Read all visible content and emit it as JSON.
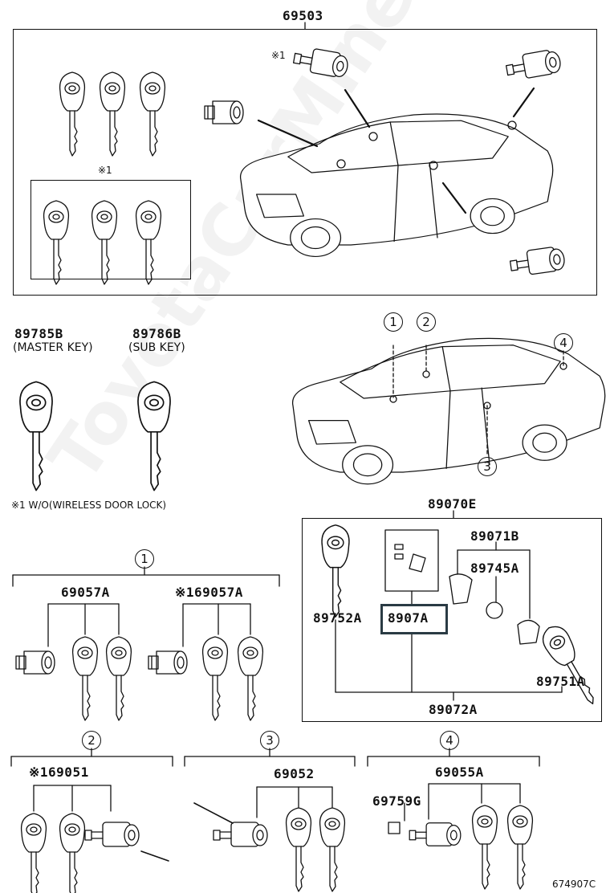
{
  "top_assembly": {
    "part_no": "69503",
    "note_mark": "※1"
  },
  "keys": {
    "master": {
      "part_no": "89785B",
      "desc": "(MASTER KEY)"
    },
    "sub": {
      "part_no": "89786B",
      "desc": "(SUB KEY)"
    }
  },
  "footnote": "※1 W/O(WIRELESS DOOR LOCK)",
  "callouts": {
    "c1": "1",
    "c2": "2",
    "c3": "3",
    "c4": "4"
  },
  "transmitter": {
    "assembly": "89070E",
    "housing": "89071B",
    "battery": "89745A",
    "key_plate": "89752A",
    "highlighted": "8907A",
    "case": "89751A",
    "sub_assembly": "89072A"
  },
  "group1": {
    "marker": "1",
    "left": "69057A",
    "right": "※169057A"
  },
  "group2": {
    "marker": "2",
    "part": "※169051"
  },
  "group3": {
    "marker": "3",
    "part": "69052"
  },
  "group4": {
    "marker": "4",
    "part": "69055A",
    "extra": "69759G"
  },
  "drawing_no": "674907C",
  "watermark": "ToyotaCarMine.ru",
  "colors": {
    "line": "#111111",
    "highlight_border": "#2a3b44",
    "background": "#ffffff"
  }
}
